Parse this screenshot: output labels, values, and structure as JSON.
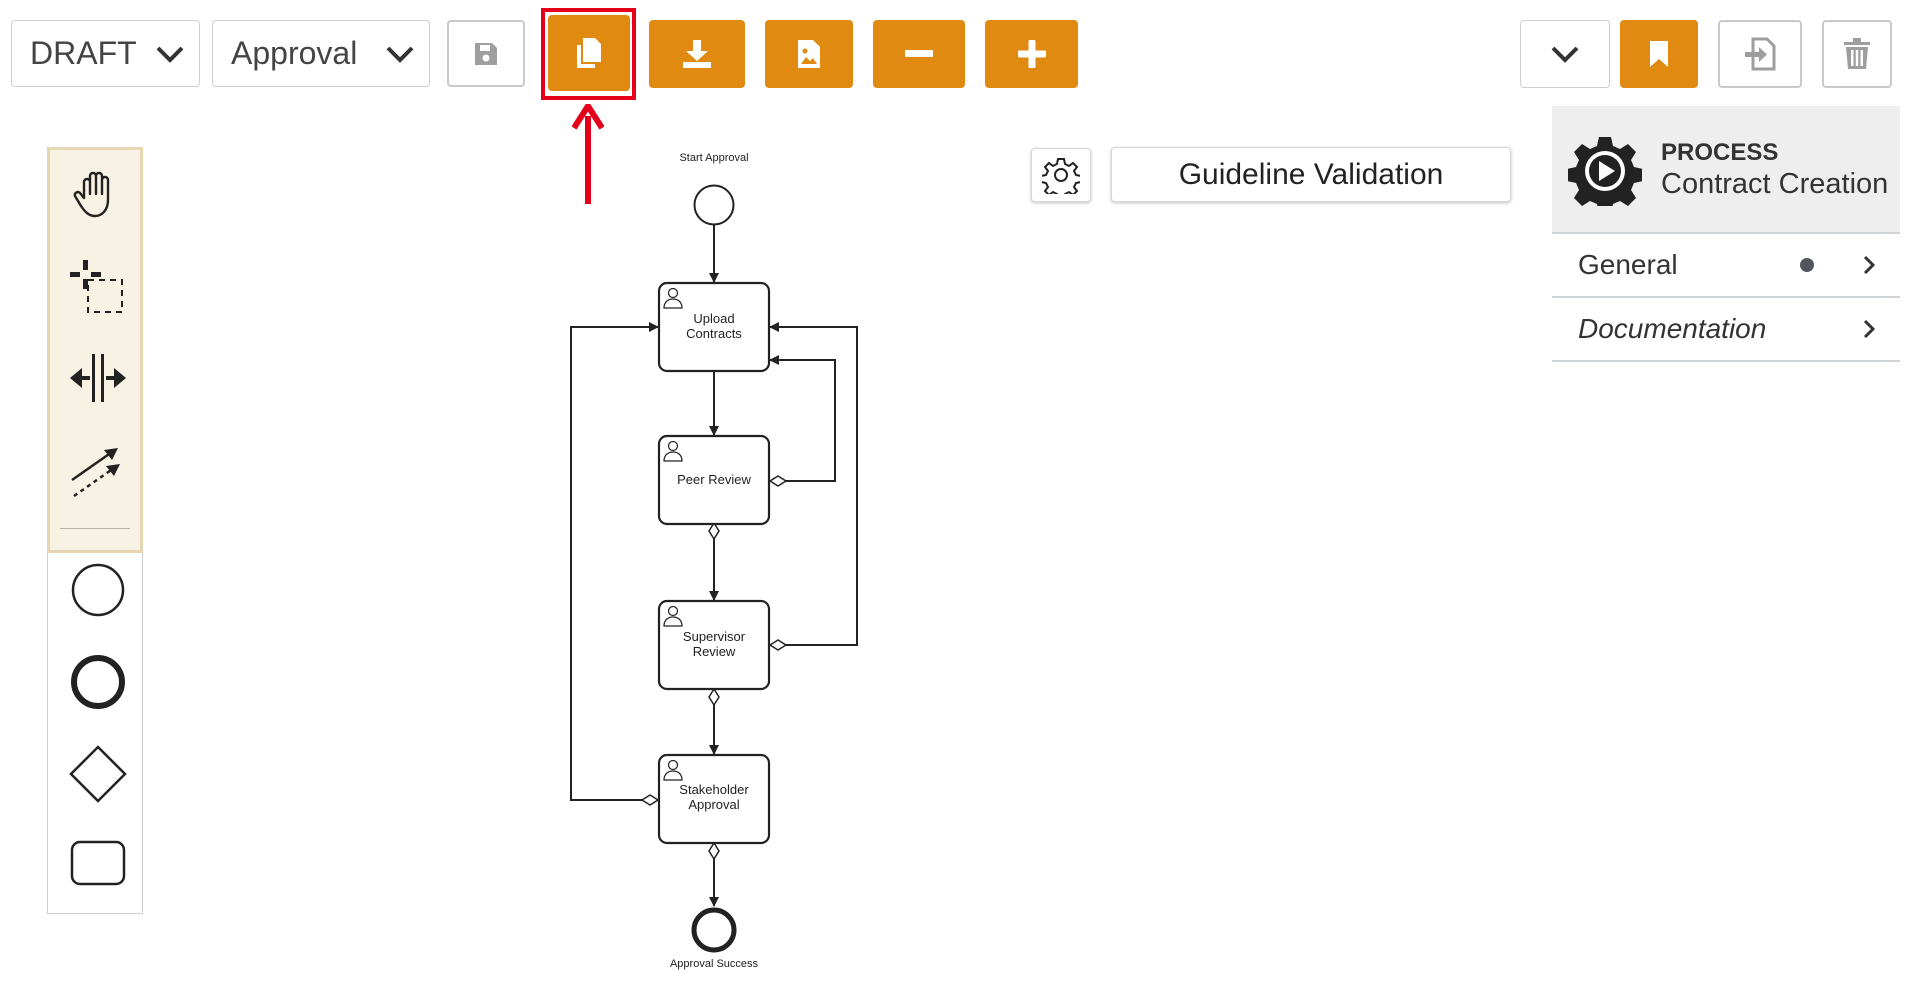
{
  "toolbar": {
    "status_dropdown": "DRAFT",
    "version_dropdown": "Approval"
  },
  "floating": {
    "guideline_label": "Guideline Validation"
  },
  "diagram": {
    "start_label": "Start Approval",
    "end_label": "Approval Success",
    "tasks": [
      "Upload Contracts",
      "Peer Review",
      "Supervisor Review",
      "Stakeholder Approval"
    ]
  },
  "panel": {
    "type": "PROCESS",
    "name": "Contract Creation",
    "rows": [
      "General",
      "Documentation"
    ]
  },
  "colors": {
    "accent": "#e08a12",
    "highlight": "#e4001b"
  },
  "icons": [
    "save-icon",
    "copy-icon",
    "download-icon",
    "image-export-icon",
    "minus-icon",
    "plus-icon",
    "chevron-down-icon",
    "bookmark-icon",
    "import-icon",
    "trash-icon",
    "hand-icon",
    "lasso-icon",
    "space-icon",
    "connect-icon",
    "gear-icon",
    "process-gear-icon",
    "chevron-right-icon",
    "user-icon"
  ]
}
